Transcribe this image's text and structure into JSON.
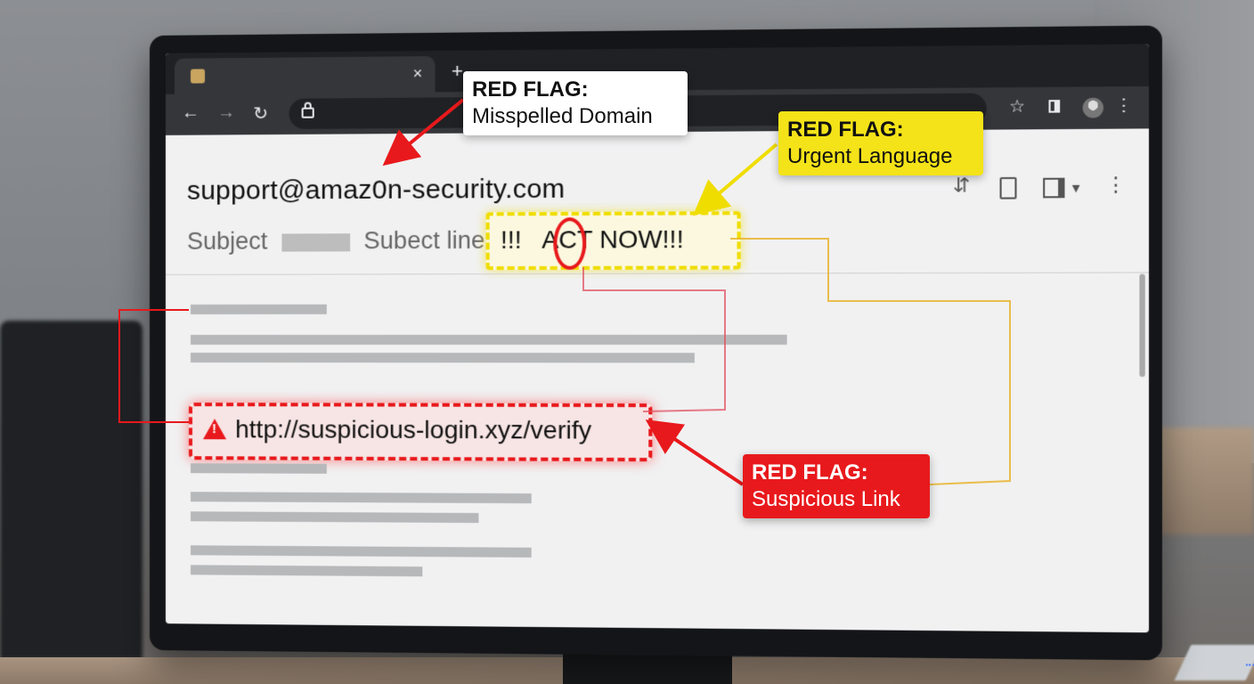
{
  "email": {
    "sender": "support@amaz0n-security.com",
    "subject_label": "Subject",
    "subject_line": "Subect line.",
    "urgent_text": "!!!   ACT NOW!!!",
    "link": "http://suspicious-login.xyz/verify"
  },
  "callouts": {
    "domain": {
      "title": "RED FLAG:",
      "text": "Misspelled Domain"
    },
    "urgent": {
      "title": "RED FLAG:",
      "text": "Urgent Language"
    },
    "link": {
      "title": "RED FLAG:",
      "text": "Suspicious Link"
    }
  },
  "browser": {
    "tab_close": "×",
    "new_tab": "+",
    "back": "←",
    "forward": "→",
    "reload": "↻",
    "star": "☆",
    "menu": "⋮"
  },
  "icons": [
    "lock-icon",
    "star-icon",
    "sidebar-icon",
    "avatar",
    "menu-icon",
    "warning-icon"
  ],
  "colors": {
    "flag_red": "#e8191c",
    "flag_yellow": "#f4e318"
  }
}
